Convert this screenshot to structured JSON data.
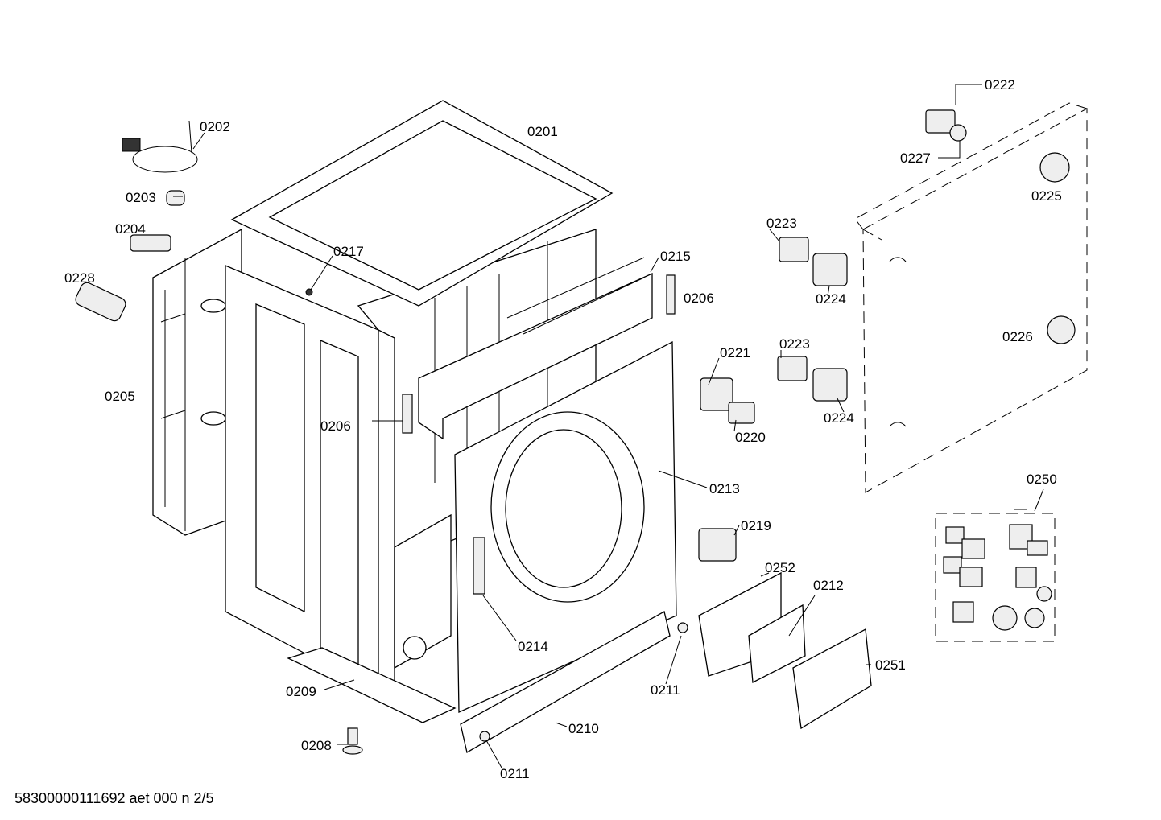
{
  "labels": [
    "0202",
    "0201",
    "0203",
    "0204",
    "0228",
    "0217",
    "0215",
    "0206",
    "0205",
    "0206",
    "0221",
    "0220",
    "0213",
    "0219",
    "0252",
    "0212",
    "0214",
    "0211",
    "0251",
    "0209",
    "0210",
    "0208",
    "0211",
    "0222",
    "0227",
    "0225",
    "0223",
    "0224",
    "0226",
    "0223",
    "0224",
    "0250"
  ],
  "footer": "58300000111692 aet 000 n 2/5"
}
